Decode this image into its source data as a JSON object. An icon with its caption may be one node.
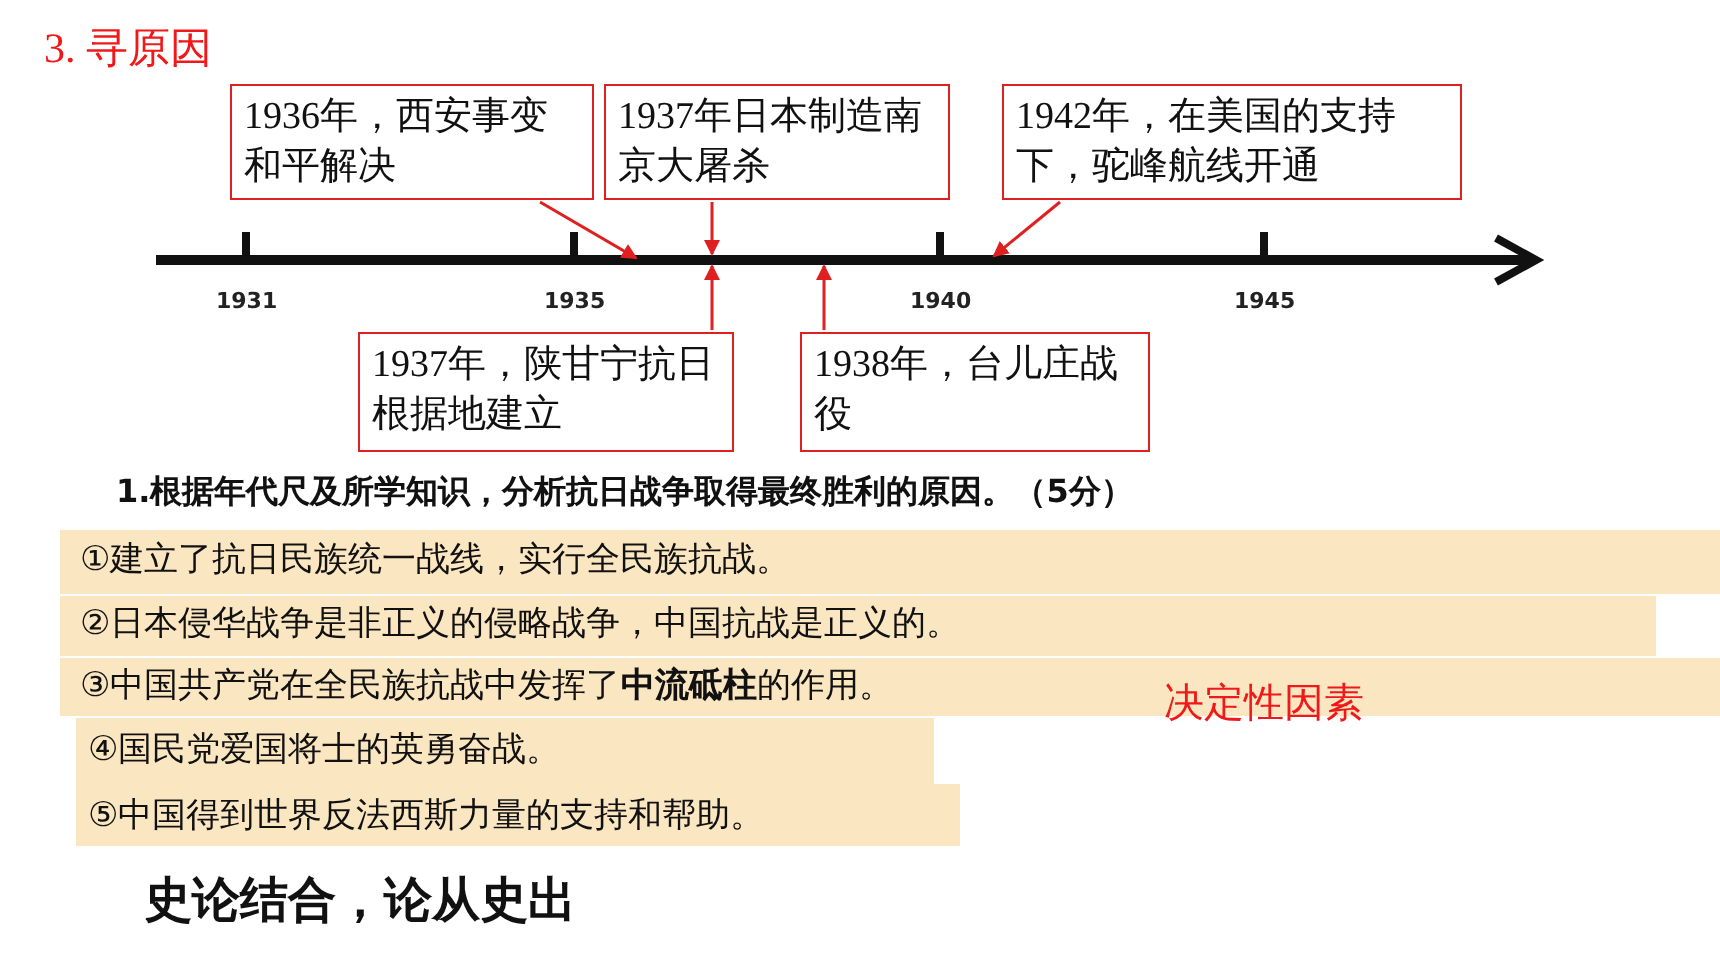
{
  "diagram": {
    "title": "3. 寻原因",
    "nodes": [
      {
        "text": [
          "1936年，西安事变和平解决"
        ]
      },
      {
        "text": [
          "1937年日本制造南京大屠杀"
        ]
      },
      {
        "text": [
          "1942年，在美国的支持下，驼峰航线开通"
        ]
      },
      {
        "text": [
          "1937年，陕甘宁抗日根据地建立"
        ]
      },
      {
        "text": [
          "1938年，台儿庄战役"
        ]
      }
    ],
    "edges": [
      {
        "from": 0,
        "to": null,
        "arrow": "to"
      },
      {
        "from": 1,
        "to": null,
        "arrow": "to"
      },
      {
        "from": 2,
        "to": null,
        "arrow": "to"
      },
      {
        "from": 3,
        "to": null,
        "arrow": "to"
      },
      {
        "from": 4,
        "to": null,
        "arrow": "to"
      }
    ],
    "labels": [
      "1931",
      "1935",
      "1940",
      "1945",
      "1.根据年代尺及所学知识，分析抗日战争取得最终胜利的原因。（5分）",
      "①建立了抗日民族统一战线，实行全民族抗战。",
      "②日本侵华战争是非正义的侵略战争，中国抗战是正义的。",
      "③中国共产党在全民族抗战中发挥了**中流砥柱**的作用。",
      "决定性因素",
      "④国民党爱国将士的英勇奋战。",
      "⑤中国得到世界反法西斯力量的支持和帮助。",
      "史论结合，论从史出"
    ]
  }
}
